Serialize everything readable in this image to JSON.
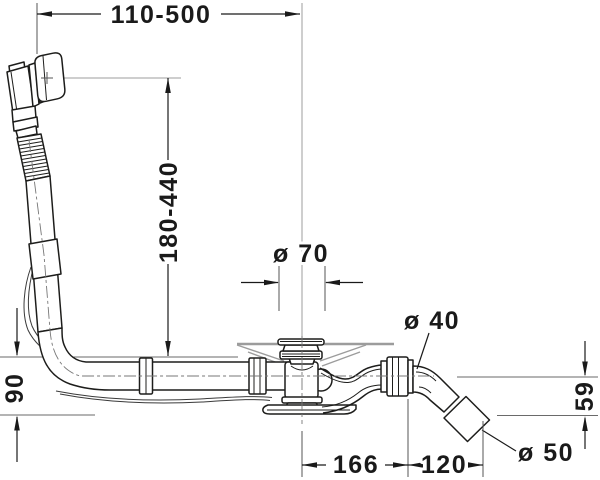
{
  "dim_labels": {
    "top_span": "110-500",
    "riser_height": "180-440",
    "waste_flange_diameter": "ø 70",
    "outlet_pipe_diameter": "ø 40",
    "base_height": "90",
    "outlet_center_height": "59",
    "trap_length": "166",
    "outlet_projection": "120",
    "outlet_end_diameter": "ø 50"
  },
  "colors": {
    "line": "#1d1d1b",
    "dimension": "#1a1a1a",
    "reference": "#9c9c9c",
    "background": "#ffffff"
  }
}
